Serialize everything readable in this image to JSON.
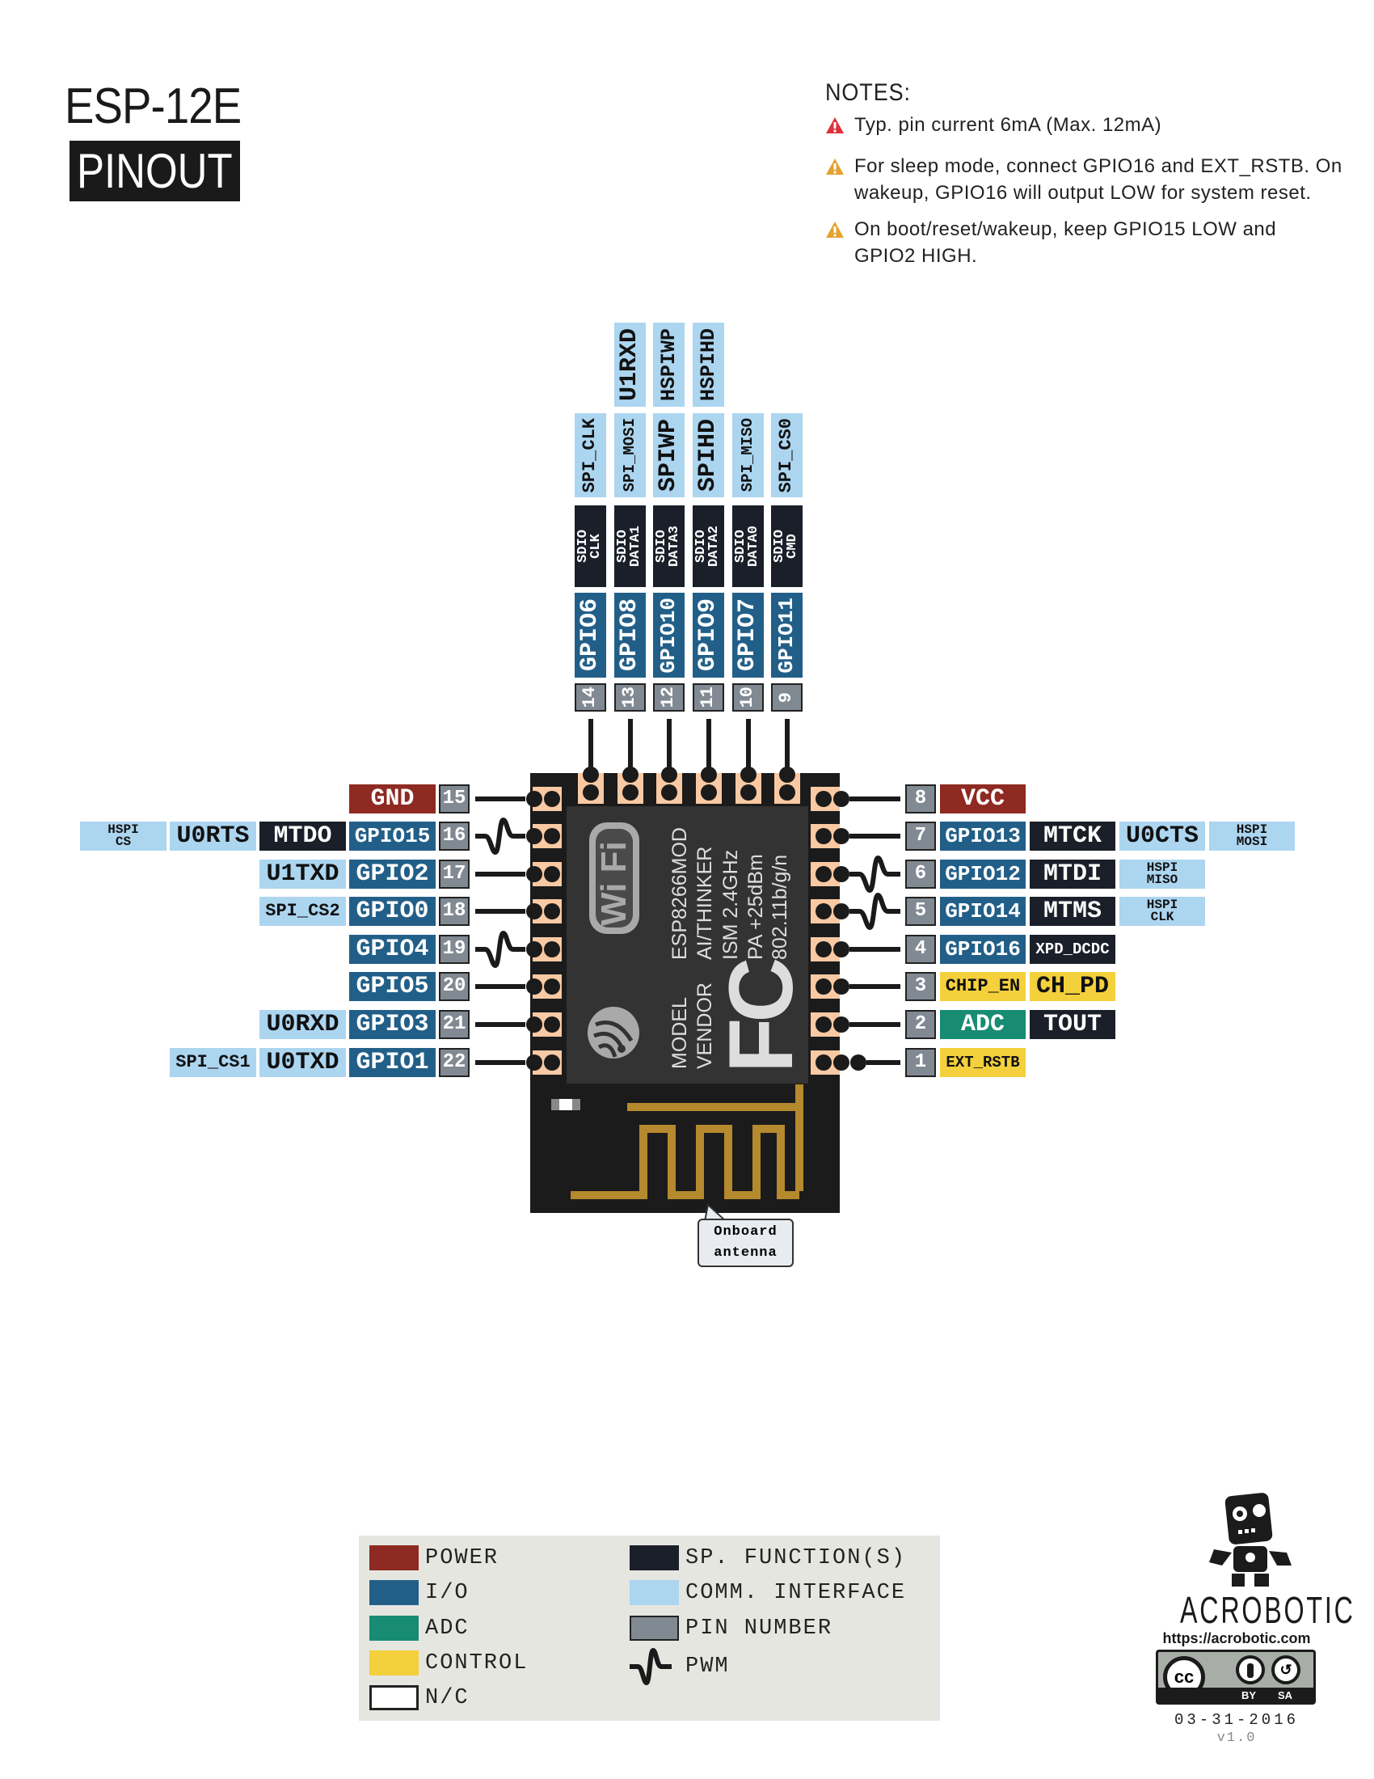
{
  "header": {
    "title": "ESP-12E",
    "subtitle": "PINOUT"
  },
  "notes": {
    "heading": "NOTES:",
    "items": [
      {
        "icon": "warning-icon",
        "color": "#e0313b",
        "text": "Typ. pin current 6mA (Max. 12mA)"
      },
      {
        "icon": "warning-icon",
        "color": "#e5a22f",
        "text": "For sleep mode, connect GPIO16 and EXT_RSTB. On wakeup, GPIO16 will output LOW for system reset."
      },
      {
        "icon": "warning-icon",
        "color": "#e5a22f",
        "text": "On boot/reset/wakeup, keep GPIO15 LOW and GPIO2 HIGH."
      }
    ]
  },
  "colors": {
    "power": "#8e2a21",
    "io": "#225f88",
    "adc": "#178c72",
    "control": "#f3d03c",
    "special": "#1a1f29",
    "comm": "#acd5f0",
    "pin": "#818a93",
    "pad": "#f9c9a3",
    "antenna": "#b5892d"
  },
  "left_pins": [
    {
      "pin": "15",
      "line": "plain",
      "labels": [
        {
          "text": "GND",
          "type": "power"
        }
      ]
    },
    {
      "pin": "16",
      "line": "pwm",
      "labels": [
        {
          "text": "GPIO15",
          "type": "io"
        },
        {
          "text": "MTDO",
          "type": "special"
        },
        {
          "text": "U0RTS",
          "type": "comm"
        },
        {
          "text": "HSPI\nCS",
          "type": "comm"
        }
      ]
    },
    {
      "pin": "17",
      "line": "plain",
      "labels": [
        {
          "text": "GPIO2",
          "type": "io"
        },
        {
          "text": "U1TXD",
          "type": "comm"
        }
      ]
    },
    {
      "pin": "18",
      "line": "plain",
      "labels": [
        {
          "text": "GPIO0",
          "type": "io"
        },
        {
          "text": "SPI_CS2",
          "type": "comm"
        }
      ]
    },
    {
      "pin": "19",
      "line": "pwm",
      "labels": [
        {
          "text": "GPIO4",
          "type": "io"
        }
      ]
    },
    {
      "pin": "20",
      "line": "plain",
      "labels": [
        {
          "text": "GPIO5",
          "type": "io"
        }
      ]
    },
    {
      "pin": "21",
      "line": "plain",
      "labels": [
        {
          "text": "GPIO3",
          "type": "io"
        },
        {
          "text": "U0RXD",
          "type": "comm"
        }
      ]
    },
    {
      "pin": "22",
      "line": "plain",
      "labels": [
        {
          "text": "GPIO1",
          "type": "io"
        },
        {
          "text": "U0TXD",
          "type": "comm"
        },
        {
          "text": "SPI_CS1",
          "type": "comm"
        }
      ]
    }
  ],
  "right_pins": [
    {
      "pin": "8",
      "line": "plain",
      "labels": [
        {
          "text": "VCC",
          "type": "power"
        }
      ]
    },
    {
      "pin": "7",
      "line": "plain",
      "labels": [
        {
          "text": "GPIO13",
          "type": "io"
        },
        {
          "text": "MTCK",
          "type": "special"
        },
        {
          "text": "U0CTS",
          "type": "comm"
        },
        {
          "text": "HSPI\nMOSI",
          "type": "comm"
        }
      ]
    },
    {
      "pin": "6",
      "line": "pwm",
      "labels": [
        {
          "text": "GPIO12",
          "type": "io"
        },
        {
          "text": "MTDI",
          "type": "special"
        },
        {
          "text": "HSPI\nMISO",
          "type": "comm"
        }
      ]
    },
    {
      "pin": "5",
      "line": "pwm",
      "labels": [
        {
          "text": "GPIO14",
          "type": "io"
        },
        {
          "text": "MTMS",
          "type": "special"
        },
        {
          "text": "HSPI\nCLK",
          "type": "comm"
        }
      ]
    },
    {
      "pin": "4",
      "line": "plain",
      "labels": [
        {
          "text": "GPIO16",
          "type": "io"
        },
        {
          "text": "XPD_DCDC",
          "type": "special"
        }
      ]
    },
    {
      "pin": "3",
      "line": "plain",
      "labels": [
        {
          "text": "CHIP_EN",
          "type": "control"
        },
        {
          "text": "CH_PD",
          "type": "control"
        }
      ]
    },
    {
      "pin": "2",
      "line": "plain",
      "labels": [
        {
          "text": "ADC",
          "type": "adc"
        },
        {
          "text": "TOUT",
          "type": "special"
        }
      ]
    },
    {
      "pin": "1",
      "line": "reset",
      "labels": [
        {
          "text": "EXT_RSTB",
          "type": "control"
        }
      ]
    }
  ],
  "top_pins": [
    {
      "pin": "14",
      "labels": [
        {
          "text": "GPIO6",
          "type": "io"
        },
        {
          "text": "SDIO\nCLK",
          "type": "special"
        },
        {
          "text": "SPI_CLK",
          "type": "comm"
        }
      ]
    },
    {
      "pin": "13",
      "labels": [
        {
          "text": "GPIO8",
          "type": "io"
        },
        {
          "text": "SDIO\nDATA1",
          "type": "special"
        },
        {
          "text": "SPI_MOSI",
          "type": "comm"
        },
        {
          "text": "U1RXD",
          "type": "comm"
        }
      ]
    },
    {
      "pin": "12",
      "labels": [
        {
          "text": "GPIO10",
          "type": "io"
        },
        {
          "text": "SDIO\nDATA3",
          "type": "special"
        },
        {
          "text": "SPIWP",
          "type": "comm"
        },
        {
          "text": "HSPIWP",
          "type": "comm"
        }
      ]
    },
    {
      "pin": "11",
      "labels": [
        {
          "text": "GPIO9",
          "type": "io"
        },
        {
          "text": "SDIO\nDATA2",
          "type": "special"
        },
        {
          "text": "SPIHD",
          "type": "comm"
        },
        {
          "text": "HSPIHD",
          "type": "comm"
        }
      ]
    },
    {
      "pin": "10",
      "labels": [
        {
          "text": "GPIO7",
          "type": "io"
        },
        {
          "text": "SDIO\nDATA0",
          "type": "special"
        },
        {
          "text": "SPI_MISO",
          "type": "comm"
        }
      ]
    },
    {
      "pin": "9",
      "labels": [
        {
          "text": "GPIO11",
          "type": "io"
        },
        {
          "text": "SDIO\nCMD",
          "type": "special"
        },
        {
          "text": "SPI_CS0",
          "type": "comm"
        }
      ]
    }
  ],
  "module": {
    "model_label": "MODEL",
    "model": "ESP8266MOD",
    "vendor_label": "VENDOR",
    "vendor": "AI/THINKER",
    "band": "ISM 2.4GHz",
    "power": "PA +25dBm",
    "standard": "802.11b/g/n",
    "wifi_logo": "Wi Fi",
    "fcc_logo": "FC"
  },
  "callout": {
    "line1": "Onboard",
    "line2": "antenna"
  },
  "legend": {
    "left": [
      {
        "type": "power",
        "label": "POWER"
      },
      {
        "type": "io",
        "label": "I/O"
      },
      {
        "type": "adc",
        "label": "ADC"
      },
      {
        "type": "control",
        "label": "CONTROL"
      },
      {
        "type": "nc",
        "label": "N/C"
      }
    ],
    "right": [
      {
        "type": "special",
        "label": "SP. FUNCTION(S)"
      },
      {
        "type": "comm",
        "label": "COMM. INTERFACE"
      },
      {
        "type": "pin",
        "label": "PIN NUMBER"
      },
      {
        "type": "pwm",
        "label": "PWM"
      }
    ]
  },
  "footer": {
    "brand": "ACROBOTIC",
    "url": "https://acrobotic.com",
    "license_cc": "cc",
    "license_by": "BY",
    "license_sa": "SA",
    "date": "03-31-2016",
    "version": "v1.0"
  }
}
